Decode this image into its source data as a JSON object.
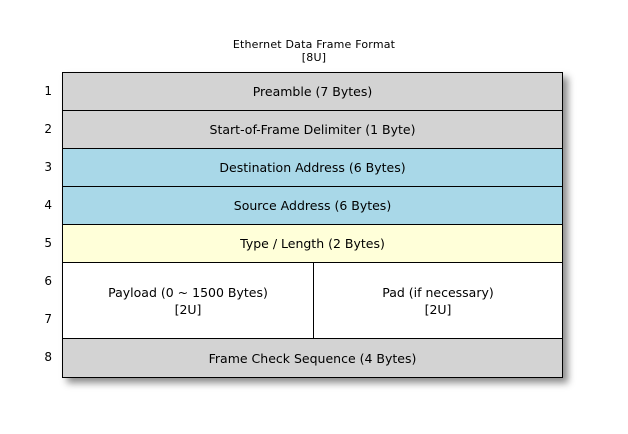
{
  "title": {
    "main": "Ethernet Data Frame Format",
    "sub": "[8U]"
  },
  "row_numbers": [
    "1",
    "2",
    "3",
    "4",
    "5",
    "6",
    "7",
    "8"
  ],
  "colors": {
    "gray": "#d3d3d3",
    "blue": "#a9d8e8",
    "yellow": "#ffffd9",
    "white": "#ffffff",
    "border": "#000000",
    "background": "#ffffff"
  },
  "rows": [
    {
      "number": "1",
      "label": "Preamble (7 Bytes)",
      "fill": "gray"
    },
    {
      "number": "2",
      "label": "Start-of-Frame Delimiter (1 Byte)",
      "fill": "gray"
    },
    {
      "number": "3",
      "label": "Destination Address (6 Bytes)",
      "fill": "blue"
    },
    {
      "number": "4",
      "label": "Source Address (6 Bytes)",
      "fill": "blue"
    },
    {
      "number": "5",
      "label": "Type / Length (2 Bytes)",
      "fill": "yellow"
    },
    {
      "number": "6-7",
      "fill": "white",
      "split": true,
      "left": {
        "line1": "Payload (0 ~ 1500 Bytes)",
        "line2": "[2U]"
      },
      "right": {
        "line1": "Pad (if necessary)",
        "line2": "[2U]"
      }
    },
    {
      "number": "8",
      "label": "Frame Check Sequence (4 Bytes)",
      "fill": "gray"
    }
  ]
}
